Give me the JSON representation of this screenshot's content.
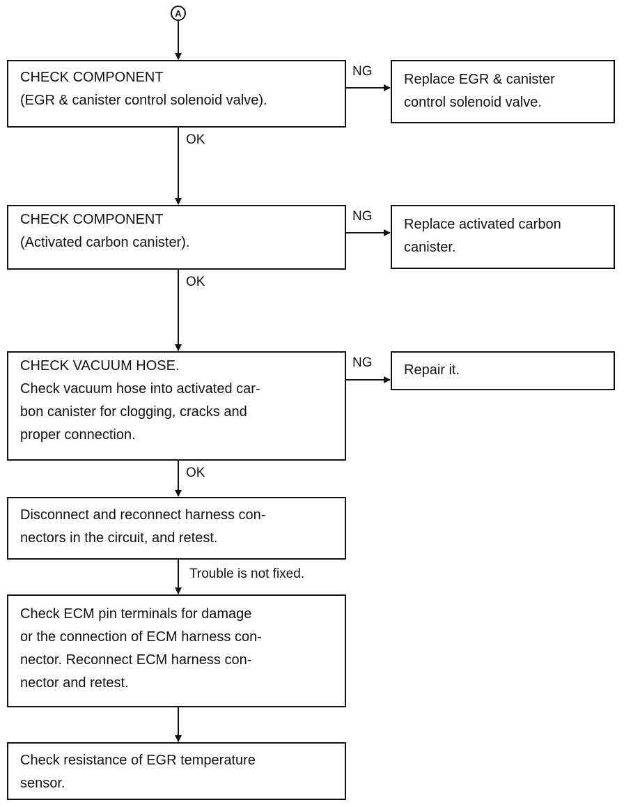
{
  "start_connector": "A",
  "steps": [
    {
      "lines": [
        "CHECK COMPONENT",
        "(EGR & canister control solenoid valve)."
      ]
    },
    {
      "lines": [
        "CHECK COMPONENT",
        "(Activated carbon canister)."
      ]
    },
    {
      "lines": [
        "CHECK VACUUM HOSE.",
        "Check vacuum hose into activated car-",
        "bon canister for clogging, cracks and",
        "proper connection."
      ]
    },
    {
      "lines": [
        "Disconnect and reconnect harness con-",
        "nectors in the circuit, and retest."
      ]
    },
    {
      "lines": [
        "Check ECM pin terminals for damage",
        "or the connection of ECM harness con-",
        "nector. Reconnect ECM harness con-",
        "nector and retest."
      ]
    },
    {
      "lines": [
        "Check resistance of EGR temperature",
        "sensor."
      ]
    }
  ],
  "ng_results": [
    {
      "lines": [
        "Replace EGR & canister",
        "control solenoid valve."
      ]
    },
    {
      "lines": [
        "Replace activated carbon",
        "canister."
      ]
    },
    {
      "lines": [
        "Repair it."
      ]
    }
  ],
  "labels": {
    "ng": "NG",
    "ok": "OK",
    "trouble_not_fixed": "Trouble is not fixed."
  }
}
